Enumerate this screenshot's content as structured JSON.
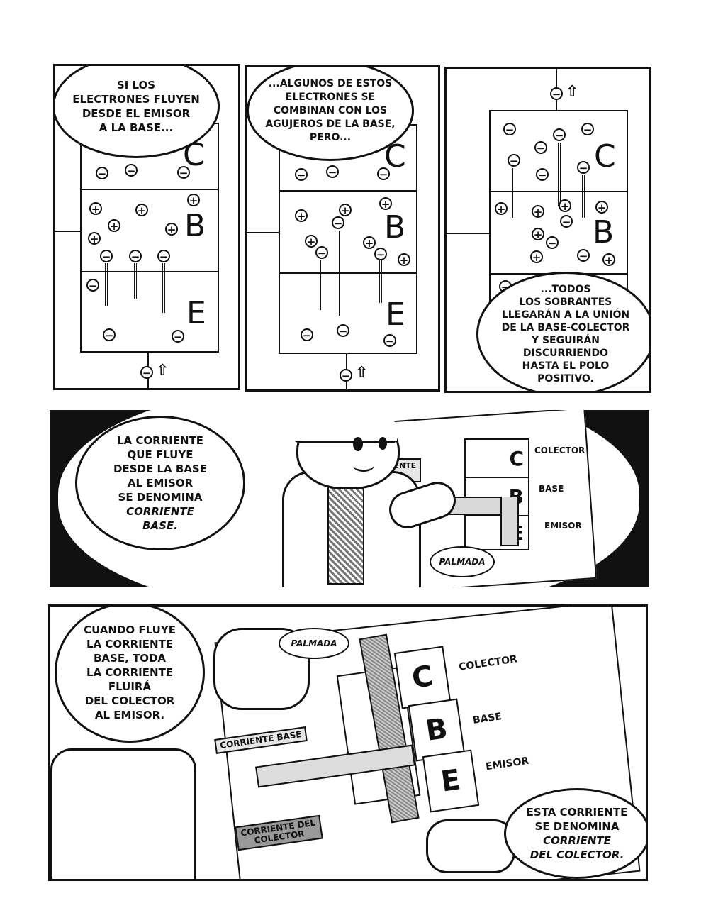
{
  "panels": {
    "p1": {
      "caption": "SI LOS\nELECTRONES FLUYEN\nDESDE EL EMISOR\nA LA BASE...",
      "layers": [
        "C",
        "B",
        "E"
      ]
    },
    "p2": {
      "caption": "...ALGUNOS DE ESTOS\nELECTRONES SE\nCOMBINAN CON LOS\nAGUJEROS DE LA BASE,\nPERO...",
      "layers": [
        "C",
        "B",
        "E"
      ]
    },
    "p3": {
      "caption": "...TODOS\nLOS SOBRANTES\nLLEGARÁN A LA UNIÓN\nDE LA BASE-COLECTOR\nY SEGUIRÁN\nDISCURRIENDO\nHASTA EL POLO\nPOSITIVO.",
      "layers": [
        "C",
        "B"
      ]
    },
    "p4": {
      "caption_lines": [
        "LA CORRIENTE",
        "QUE FLUYE",
        "DESDE LA BASE",
        "AL EMISOR",
        "SE DENOMINA"
      ],
      "caption_italic": "CORRIENTE\nBASE.",
      "tag": "CORRIENTE\nBASE",
      "sfx": "PALMADA",
      "chart": [
        {
          "letter": "C",
          "label": "COLECTOR"
        },
        {
          "letter": "B",
          "label": "BASE"
        },
        {
          "letter": "E",
          "label": "EMISOR"
        }
      ]
    },
    "p5": {
      "caption": "CUANDO FLUYE\nLA CORRIENTE\nBASE, TODA\nLA CORRIENTE\nFLUIRÁ\nDEL COLECTOR\nAL EMISOR.",
      "caption2_lines": "ESTA CORRIENTE\nSE DENOMINA",
      "caption2_italic": "CORRIENTE\nDEL COLECTOR.",
      "tag_base": "CORRIENTE BASE",
      "tag_collector": "CORRIENTE DEL\nCOLECTOR",
      "sfx": "PALMADA",
      "chart": [
        {
          "letter": "C",
          "label": "COLECTOR"
        },
        {
          "letter": "B",
          "label": "BASE"
        },
        {
          "letter": "E",
          "label": "EMISOR"
        }
      ]
    }
  },
  "symbols": {
    "electron": "−",
    "hole": "+",
    "arrow": "⇧"
  }
}
